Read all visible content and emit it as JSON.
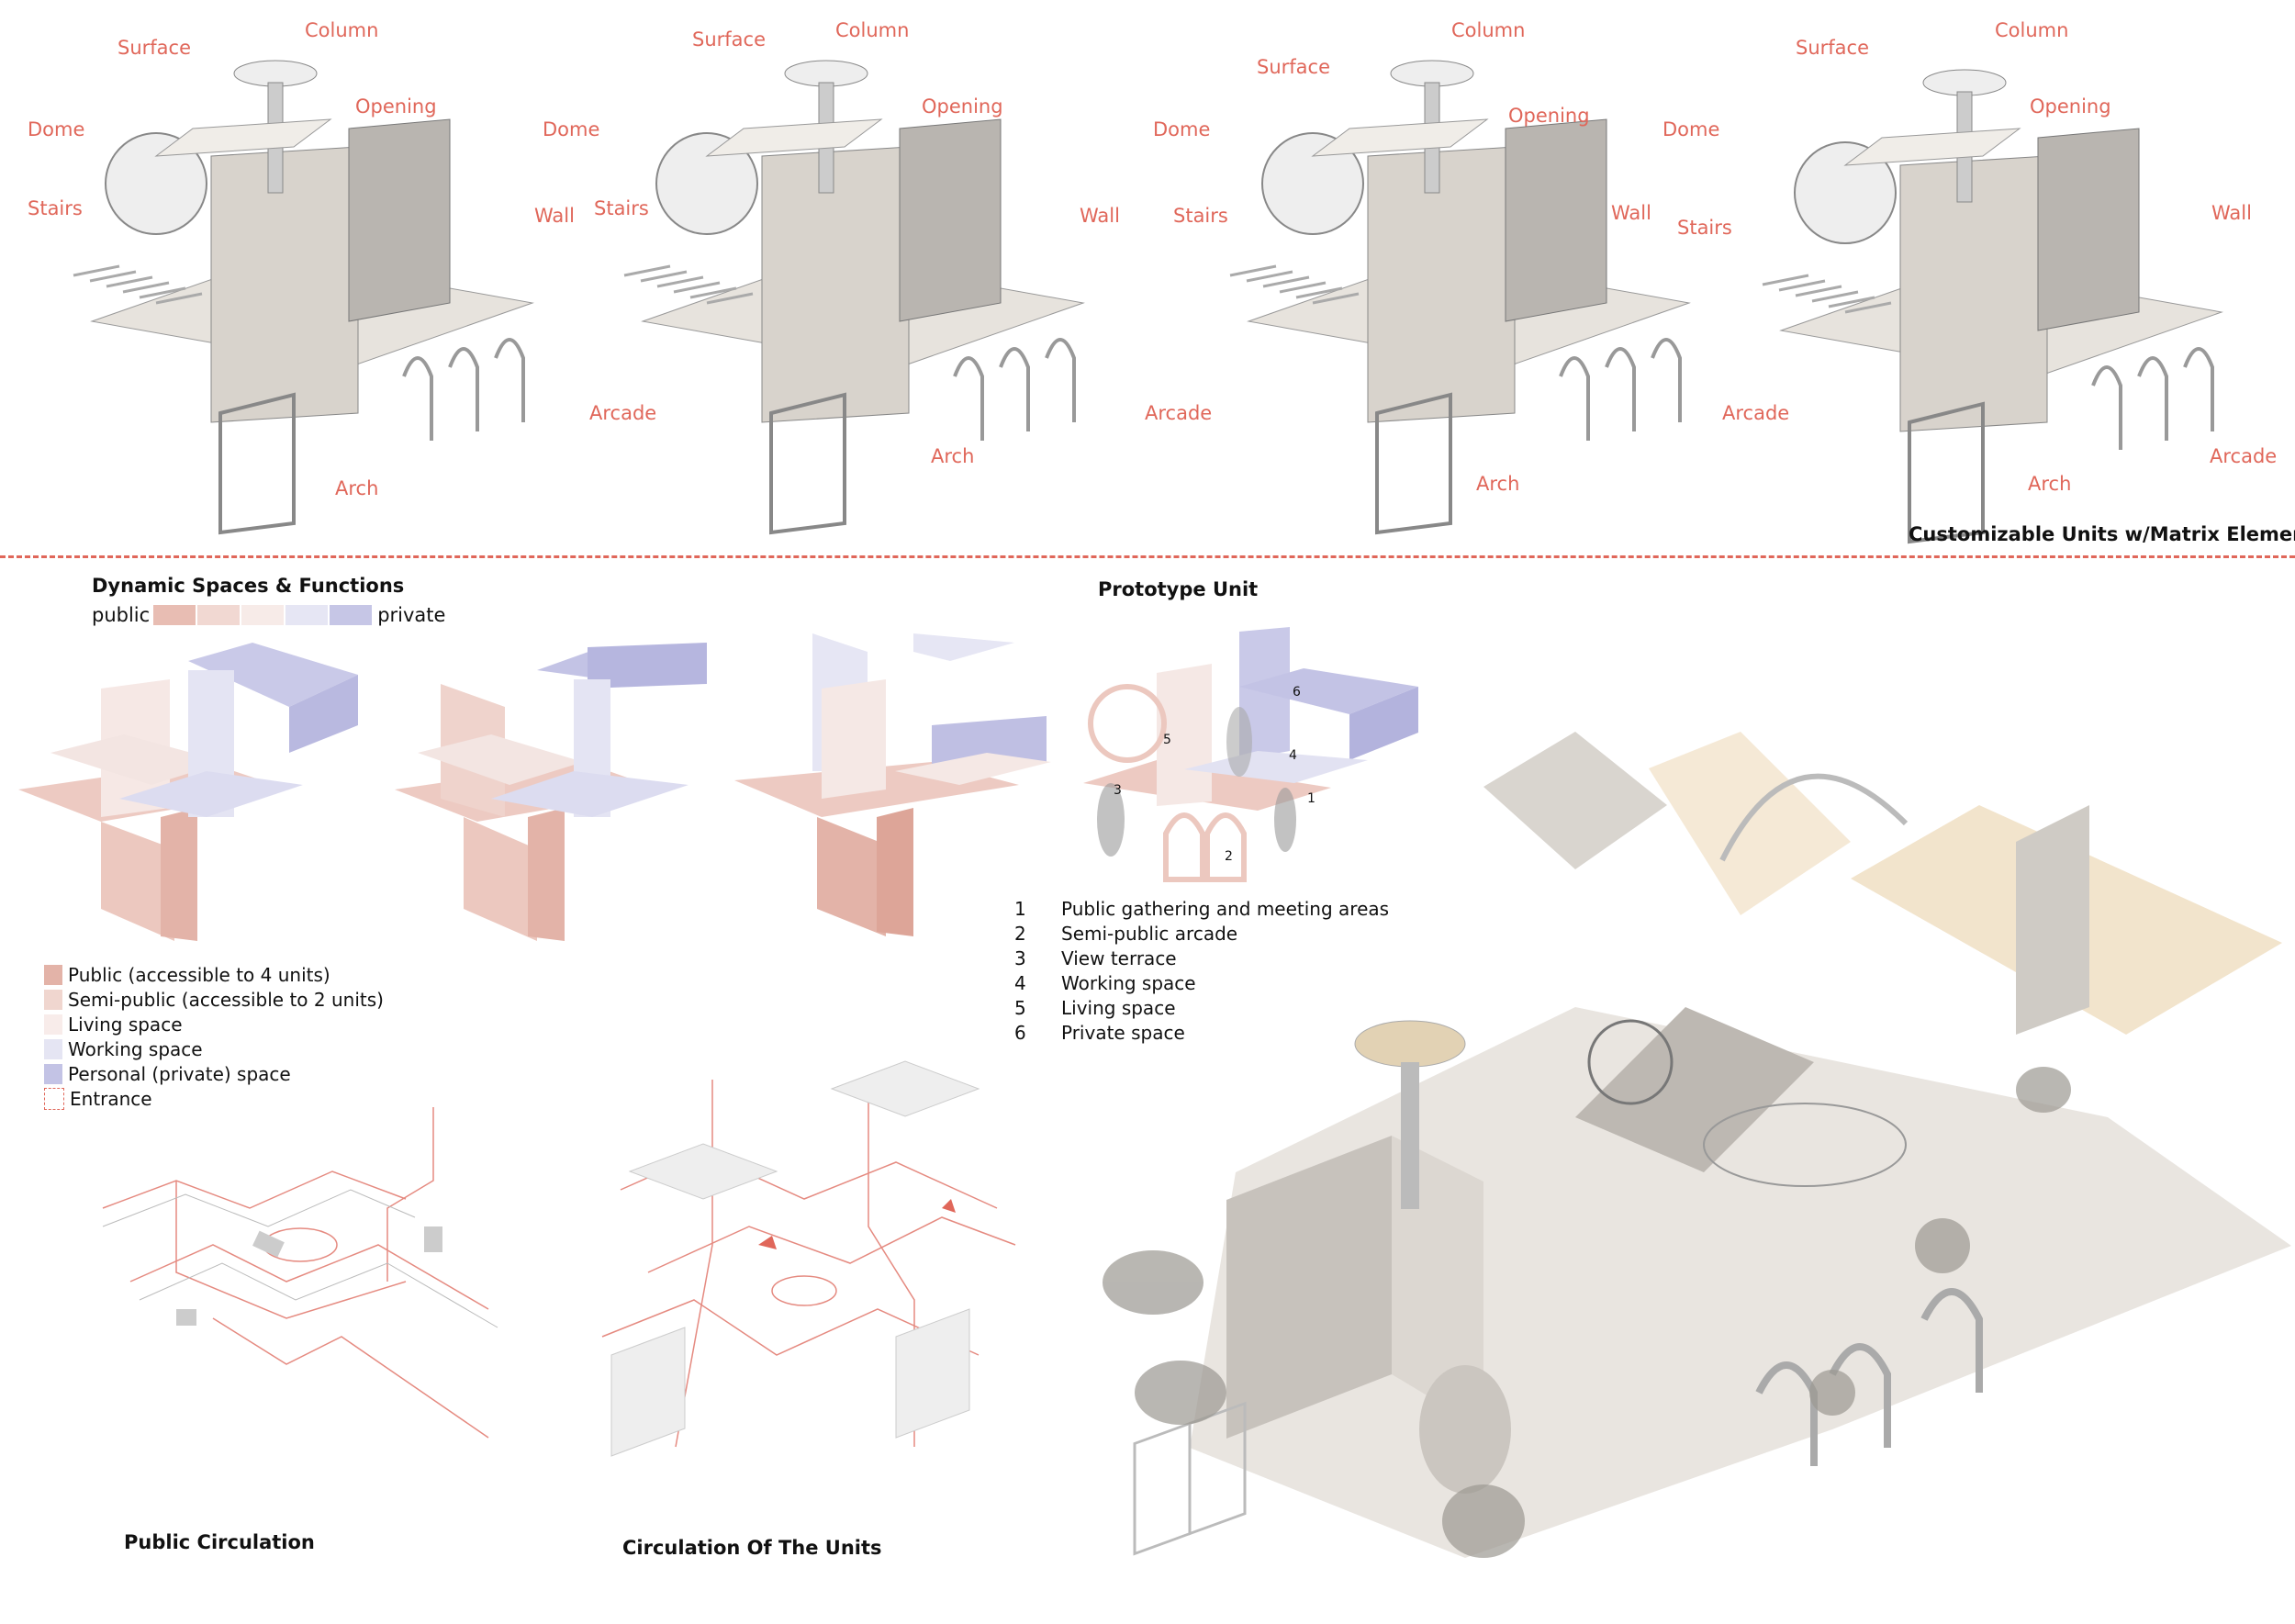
{
  "units": [
    {
      "labels": {
        "surface": "Surface",
        "column": "Column",
        "opening": "Opening",
        "dome": "Dome",
        "stairs": "Stairs",
        "wall": "Wall",
        "arcade": "Arcade",
        "arch": "Arch"
      }
    },
    {
      "labels": {
        "surface": "Surface",
        "column": "Column",
        "opening": "Opening",
        "dome": "Dome",
        "stairs": "Stairs",
        "wall": "Wall",
        "arcade": "Arcade",
        "arch": "Arch"
      }
    },
    {
      "labels": {
        "surface": "Surface",
        "column": "Column",
        "opening": "Opening",
        "dome": "Dome",
        "stairs": "Stairs",
        "wall": "Wall",
        "arcade": "Arcade",
        "arch": "Arch"
      }
    },
    {
      "labels": {
        "surface": "Surface",
        "column": "Column",
        "opening": "Opening",
        "dome": "Dome",
        "stairs": "Stairs",
        "wall": "Wall",
        "arcade": "Arcade",
        "arch": "Arch"
      }
    }
  ],
  "top_caption": "Customizable Units w/Matrix Elements",
  "dynamic": {
    "title": "Dynamic Spaces & Functions",
    "scale_left": "public",
    "scale_right": "private",
    "scale_colors": [
      "#e8bdb3",
      "#f1d8d2",
      "#f7ebe8",
      "#e6e6f4",
      "#c6c6e6"
    ],
    "legend": [
      {
        "label": "Public (accessible to 4 units)",
        "color": "#e3b3a8"
      },
      {
        "label": "Semi-public (accessible to 2 units)",
        "color": "#f0d6cf"
      },
      {
        "label": "Living space",
        "color": "#f8ecea"
      },
      {
        "label": "Working space",
        "color": "#e5e5f3"
      },
      {
        "label": "Personal (private) space",
        "color": "#c3c3e5"
      },
      {
        "label": "Entrance",
        "color": "#ffffff"
      }
    ]
  },
  "prototype": {
    "title": "Prototype Unit",
    "markers": [
      "1",
      "2",
      "3",
      "4",
      "5",
      "6"
    ],
    "items": [
      {
        "num": "1",
        "label": "Public gathering and meeting areas"
      },
      {
        "num": "2",
        "label": "Semi-public arcade"
      },
      {
        "num": "3",
        "label": "View terrace"
      },
      {
        "num": "4",
        "label": "Working space"
      },
      {
        "num": "5",
        "label": "Living space"
      },
      {
        "num": "6",
        "label": "Private space"
      }
    ]
  },
  "circulation": {
    "public_title": "Public Circulation",
    "units_title": "Circulation Of The Units"
  },
  "colors": {
    "accent": "#e0675a",
    "public": "#e3b3a8",
    "private": "#c3c3e5"
  }
}
